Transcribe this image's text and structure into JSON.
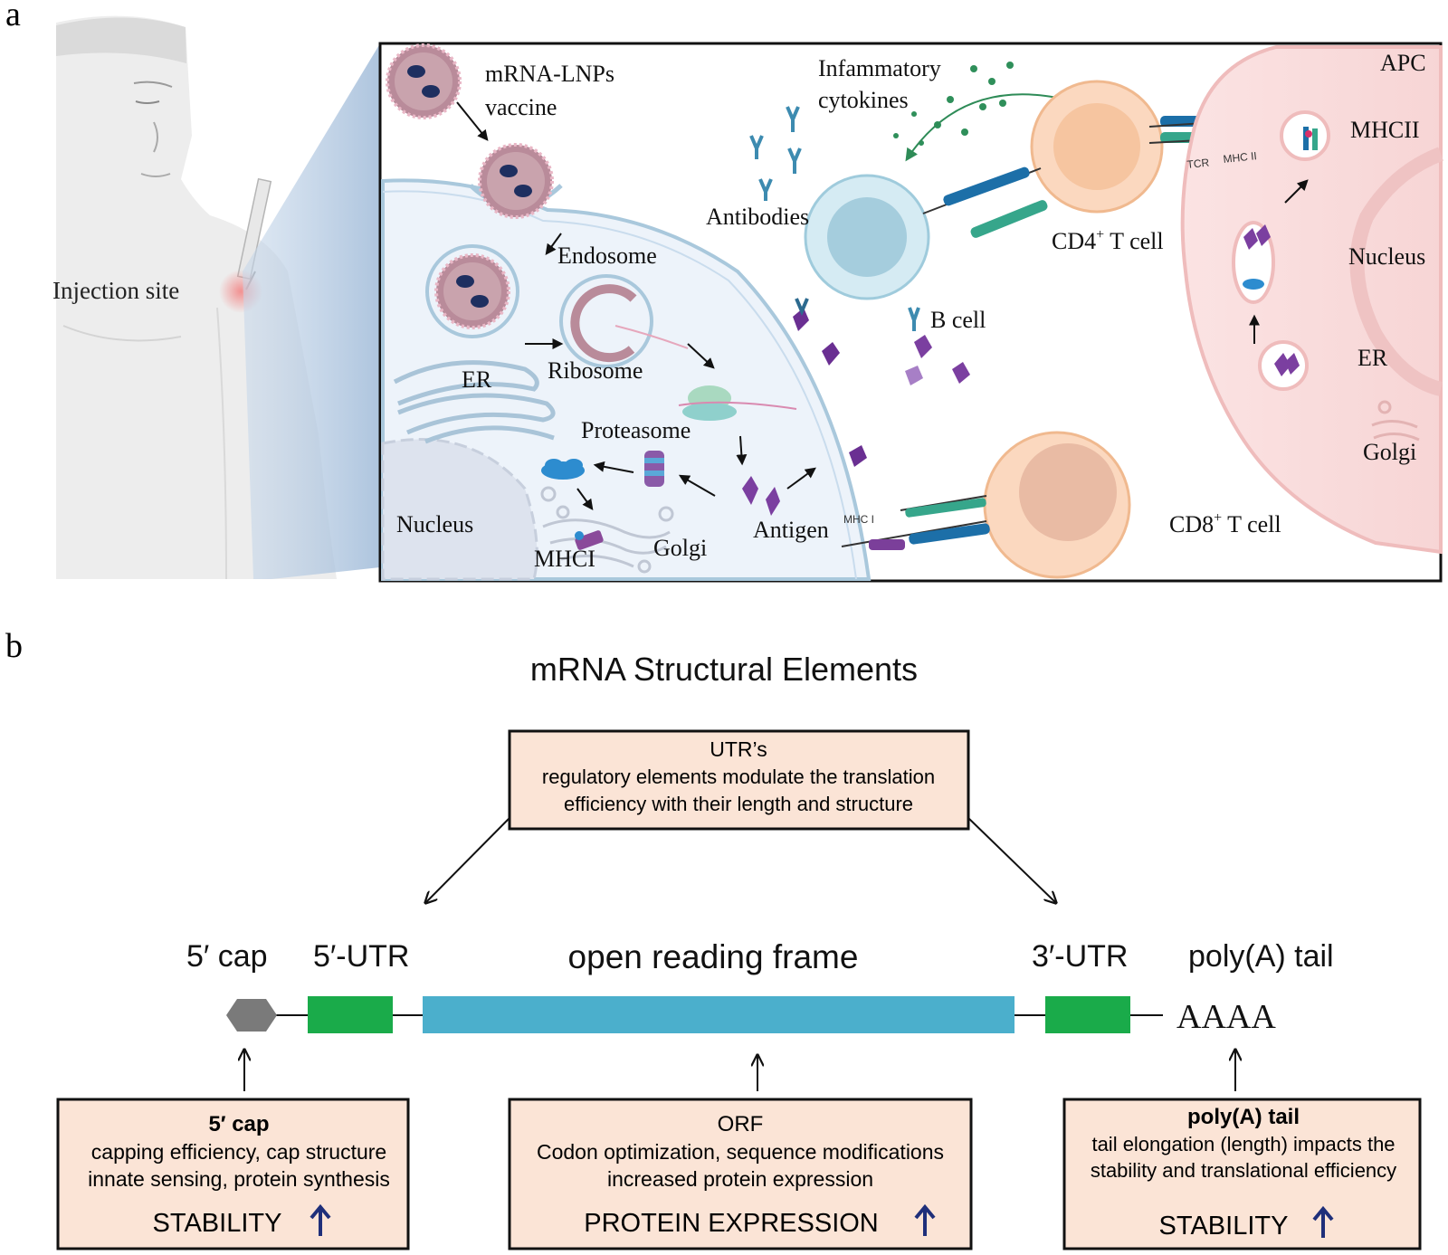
{
  "panel_a": {
    "letter": "a",
    "injection_site": "Injection site",
    "labels": {
      "vaccine_l1": "mRNA-LNPs",
      "vaccine_l2": "vaccine",
      "endosome": "Endosome",
      "ribosome": "Ribosome",
      "er": "ER",
      "proteasome": "Proteasome",
      "nucleus": "Nucleus",
      "golgi": "Golgi",
      "mhci": "MHCI",
      "antigen": "Antigen",
      "mhc_i_small": "MHC I",
      "antibodies": "Antibodies",
      "cytokines_l1": "Infammatory",
      "cytokines_l2": "cytokines",
      "b_cell": "B cell",
      "cd4_pre": "CD4",
      "cd4_sup": "+",
      "cd4_post": " T cell",
      "cd8_pre": "CD8",
      "cd8_sup": "+",
      "cd8_post": " T cell",
      "tcr": "TCR",
      "mhc_ii_small": "MHC II",
      "apc": "APC",
      "mhcii": "MHCII",
      "apc_nucleus": "Nucleus",
      "apc_er": "ER",
      "apc_golgi": "Golgi"
    }
  },
  "panel_b": {
    "letter": "b",
    "title": "mRNA  Structural Elements",
    "utr_box": {
      "heading": "UTR’s",
      "line1": "regulatory elements modulate the translation",
      "line2": "efficiency with their length and structure"
    },
    "segments": {
      "cap": "5′ cap",
      "utr5": "5′-UTR",
      "orf": "open reading frame",
      "utr3": "3′-UTR",
      "polya": "poly(A) tail",
      "polya_seq": "AAAA"
    },
    "boxes": [
      {
        "heading": "5′ cap",
        "line1": "capping efficiency, cap structure",
        "line2": "innate sensing, protein synthesis",
        "effect": "STABILITY"
      },
      {
        "heading": "ORF",
        "line1": "Codon optimization, sequence modifications",
        "line2": "increased protein expression",
        "effect": "PROTEIN EXPRESSION"
      },
      {
        "heading": "poly(A) tail",
        "line1": "tail elongation (length) impacts the",
        "line2": "stability and translational efficiency",
        "effect": "STABILITY"
      }
    ],
    "colors": {
      "box_fill": "#fbe4d6",
      "cap": "#7a7a7a",
      "utr": "#1aab4a",
      "orf": "#4bafcc",
      "up_arrow": "#1f2f7a"
    }
  }
}
